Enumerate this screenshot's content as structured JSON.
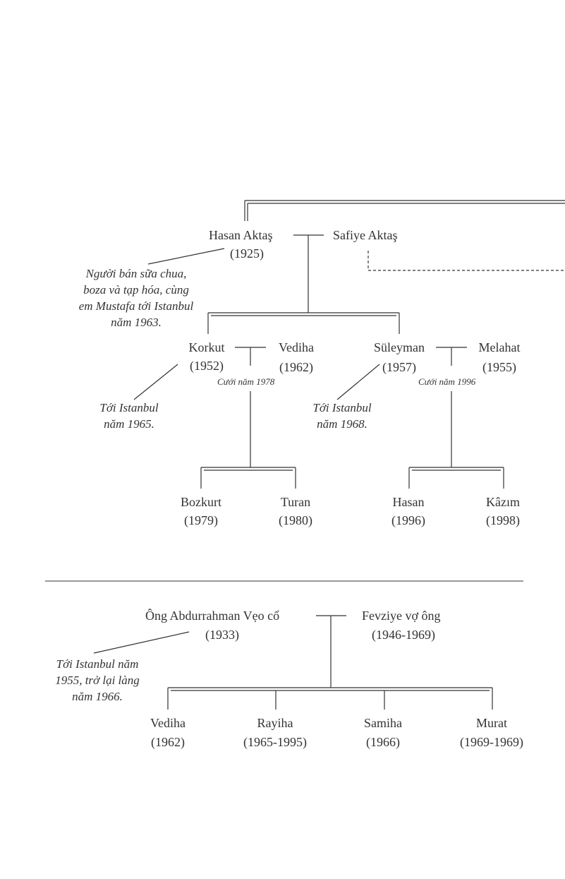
{
  "family_a": {
    "hasan_aktas": {
      "name": "Hasan Aktaş",
      "years": "(1925)"
    },
    "safiye_aktas": {
      "name": "Safiye Aktaş"
    },
    "hasan_note": "Người bán sữa chua, boza và tạp hóa, cùng em Mustafa tới Istanbul năm 1963.",
    "korkut": {
      "name": "Korkut",
      "years": "(1952)"
    },
    "vediha": {
      "name": "Vediha",
      "years": "(1962)"
    },
    "korkut_marriage": "Cưới năm 1978",
    "korkut_note": "Tới Istanbul năm 1965.",
    "suleyman": {
      "name": "Süleyman",
      "years": "(1957)"
    },
    "melahat": {
      "name": "Melahat",
      "years": "(1955)"
    },
    "suleyman_marriage": "Cưới năm 1996",
    "suleyman_note": "Tới Istanbul năm 1968.",
    "bozkurt": {
      "name": "Bozkurt",
      "years": "(1979)"
    },
    "turan": {
      "name": "Turan",
      "years": "(1980)"
    },
    "hasan_jr": {
      "name": "Hasan",
      "years": "(1996)"
    },
    "kazim": {
      "name": "Kâzım",
      "years": "(1998)"
    }
  },
  "family_b": {
    "abdurrahman": {
      "name": "Ông Abdurrahman Vẹo cổ",
      "years": "(1933)"
    },
    "fevziye": {
      "name": "Fevziye vợ ông",
      "years": "(1946-1969)"
    },
    "abdurrahman_note": "Tới Istanbul năm 1955, trở lại làng năm 1966.",
    "vediha": {
      "name": "Vediha",
      "years": "(1962)"
    },
    "rayiha": {
      "name": "Rayiha",
      "years": "(1965-1995)"
    },
    "samiha": {
      "name": "Samiha",
      "years": "(1966)"
    },
    "murat": {
      "name": "Murat",
      "years": "(1969-1969)"
    }
  }
}
